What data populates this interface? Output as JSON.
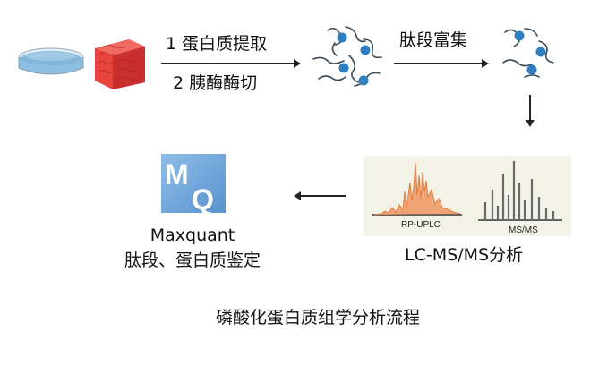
{
  "steps": {
    "step1_label": "1 蛋白质提取",
    "step2_label": "2 胰酶酶切",
    "enrich_label": "肽段富集",
    "lcms_label": "LC-MS/MS分析",
    "maxquant_name": "Maxquant",
    "maxquant_task": "肽段、蛋白质鉴定"
  },
  "chromatogram": {
    "rp_label": "RP-UPLC",
    "ms_label": "MS/MS"
  },
  "logo": {
    "letters_top": "M",
    "letters_bottom": "Q"
  },
  "caption": "磷酸化蛋白质组学分析流程",
  "colors": {
    "dish_fill": "#7fb4d8",
    "tissue": "#e8443f",
    "peptide_chain": "#3a4b57",
    "phospho_blob": "#2f7fc1",
    "rp_trace": "#e0783a",
    "ms_bars": "#6a6a6a",
    "logo_blue": "#6fa6dc",
    "arrow": "#222222"
  }
}
